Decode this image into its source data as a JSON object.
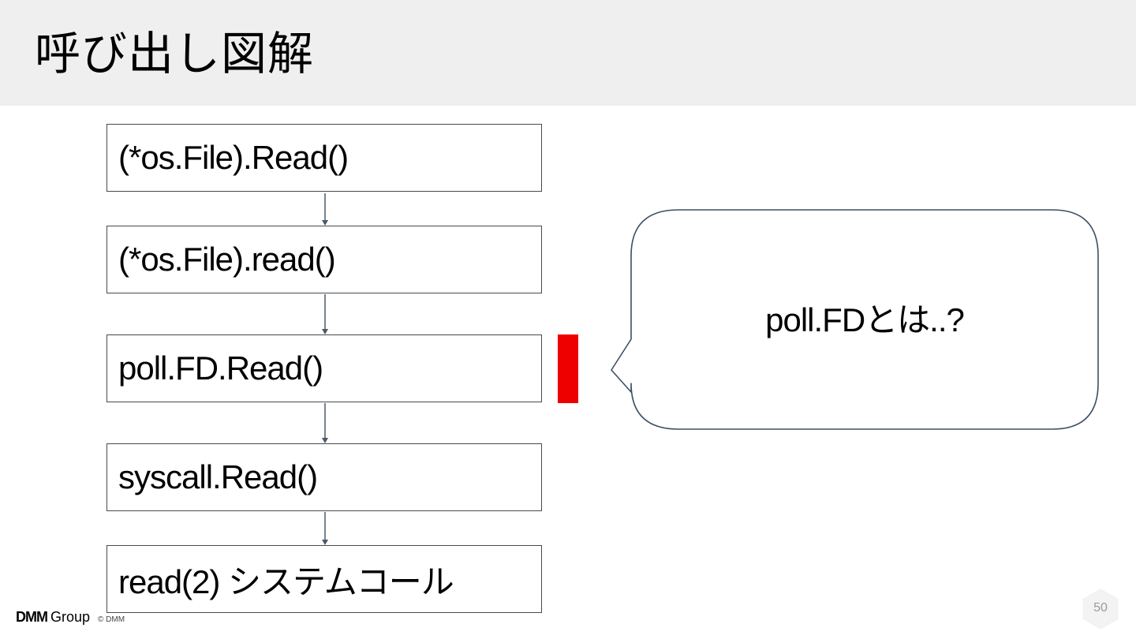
{
  "slide": {
    "title": "呼び出し図解",
    "page_number": "50"
  },
  "call_chain": [
    {
      "label": "(*os.File).Read()"
    },
    {
      "label": "(*os.File).read()"
    },
    {
      "label": "poll.FD.Read()"
    },
    {
      "label": "syscall.Read()"
    },
    {
      "label": "read(2) システムコール"
    }
  ],
  "callout": {
    "text": "poll.FDとは..?"
  },
  "footer": {
    "logo_brand": "DMM",
    "logo_group": "Group",
    "copyright": "© DMM"
  },
  "colors": {
    "header_bg": "#efefef",
    "box_border": "#4a4a4a",
    "arrow": "#4a5a6a",
    "highlight": "#ee0000",
    "bubble_border": "#3d4f63"
  },
  "icons": {
    "page_badge": "hexagon-icon"
  }
}
